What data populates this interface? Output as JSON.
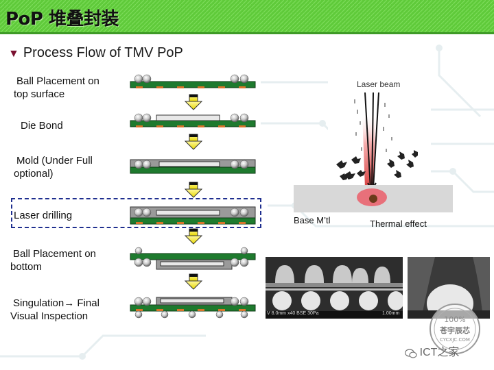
{
  "header": {
    "title": "PoP 堆叠封装"
  },
  "subtitle": "Process Flow of TMV PoP",
  "steps": [
    {
      "label_line1": "Ball Placement on",
      "label_line2": "top surface"
    },
    {
      "label_line1": "Die Bond",
      "label_line2": ""
    },
    {
      "label_line1": "Mold (Under Full",
      "label_line2": "optional)"
    },
    {
      "label_line1": "Laser drilling",
      "label_line2": ""
    },
    {
      "label_line1": "Ball Placement on",
      "label_line2": "bottom"
    },
    {
      "label_line1": "Singulation→ Final",
      "label_line2": "Visual Inspection"
    }
  ],
  "laser_diagram": {
    "beam_label": "Laser beam",
    "base_label": "Base M’tl",
    "thermal_label": "Thermal effect"
  },
  "sem_photo": {
    "caption_left": "V 8.0mm x40 BSE 30Pa",
    "caption_right": "1.00mm"
  },
  "watermark": {
    "line1": "100%",
    "line2": "苍宇辰芯",
    "line3": "CYCXJC.COM"
  },
  "wechat_text": "ICT之家",
  "colors": {
    "header_green": "#5fca3a",
    "pcb_green": "#1e7a2e",
    "pad_orange": "#d8742a",
    "mold_gray": "#9a9a9a"
  }
}
